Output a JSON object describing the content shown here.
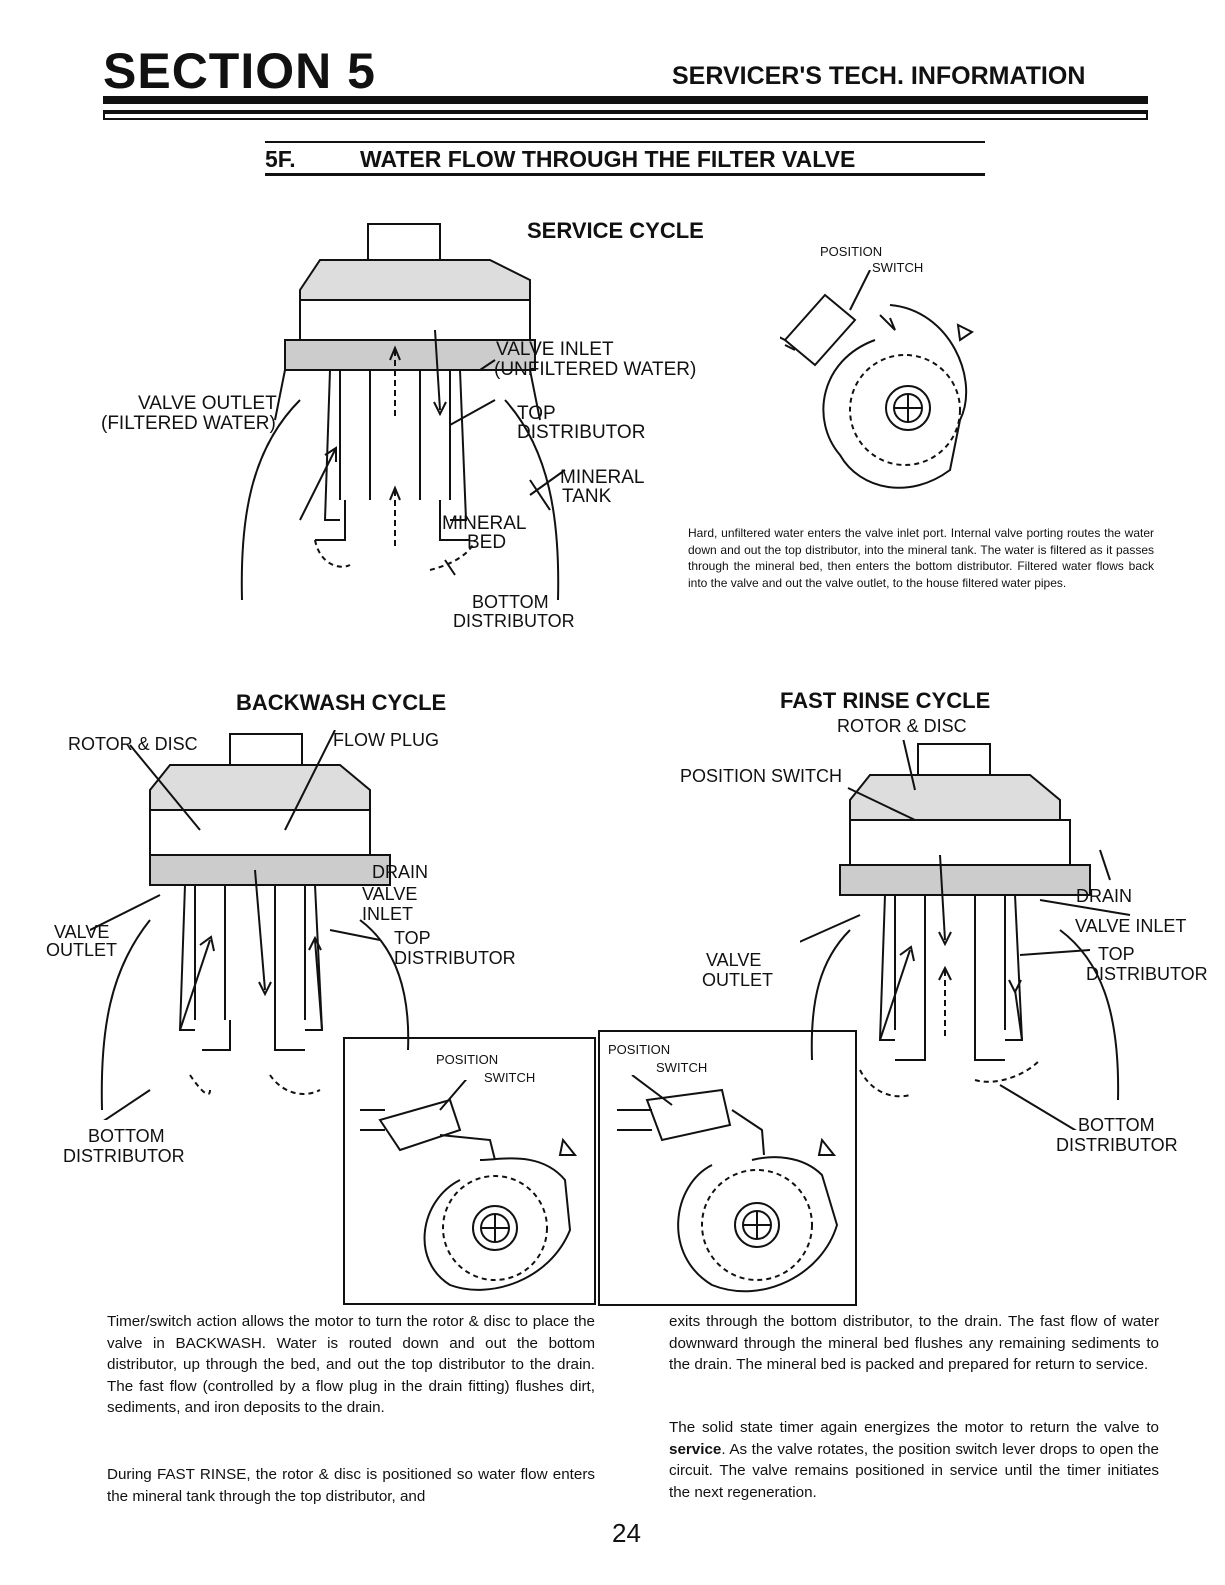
{
  "header": {
    "section": "SECTION 5",
    "title": "SERVICER'S TECH. INFORMATION"
  },
  "subheader": {
    "number": "5F.",
    "title": "WATER FLOW THROUGH THE FILTER VALVE"
  },
  "service": {
    "title": "SERVICE CYCLE",
    "labels": {
      "valve_inlet": "VALVE INLET",
      "unfiltered": "(UNFILTERED WATER)",
      "valve_outlet": "VALVE OUTLET",
      "filtered": "(FILTERED WATER)",
      "top": "TOP",
      "distributor": "DISTRIBUTOR",
      "mineral": "MINERAL",
      "tank": "TANK",
      "mineral2": "MINERAL",
      "bed": "BED",
      "bottom": "BOTTOM",
      "distributor2": "DISTRIBUTOR"
    },
    "switch": {
      "position": "POSITION",
      "switch": "SWITCH"
    },
    "description": "Hard, unfiltered water enters the valve inlet port. Internal valve porting routes the water down and out the top distributor, into the mineral tank. The water is filtered as it passes through the mineral bed, then enters the bottom distributor. Filtered water flows back into the valve and out the valve outlet, to the house filtered water pipes."
  },
  "backwash": {
    "title": "BACKWASH CYCLE",
    "labels": {
      "rotor_disc": "ROTOR & DISC",
      "flow_plug": "FLOW PLUG",
      "drain": "DRAIN",
      "valve": "VALVE",
      "inlet": "INLET",
      "valve_o": "VALVE",
      "outlet": "OUTLET",
      "top": "TOP",
      "distributor": "DISTRIBUTOR",
      "bottom": "BOTTOM",
      "distributor2": "DISTRIBUTOR"
    },
    "switch": {
      "position": "POSITION",
      "switch": "SWITCH"
    }
  },
  "fastrinse": {
    "title": "FAST RINSE CYCLE",
    "labels": {
      "rotor_disc": "ROTOR & DISC",
      "position_switch": "POSITION SWITCH",
      "drain": "DRAIN",
      "valve_inlet": "VALVE INLET",
      "valve": "VALVE",
      "outlet": "OUTLET",
      "top": "TOP",
      "distributor": "DISTRIBUTOR",
      "bottom": "BOTTOM",
      "distributor2": "DISTRIBUTOR"
    },
    "switch": {
      "position": "POSITION",
      "switch": "SWITCH"
    }
  },
  "body": {
    "left_p1": "Timer/switch action allows the motor to turn the rotor & disc to place the valve in BACKWASH. Water is routed down and out the bottom distributor, up through the bed, and out the top distributor to the drain. The fast flow (controlled by a flow plug in the drain fitting) flushes dirt, sediments, and iron deposits to the drain.",
    "left_p2": "During FAST RINSE, the rotor & disc is positioned so water flow enters the mineral tank through the top distributor, and",
    "right_p1": "exits through the bottom distributor, to the drain. The fast flow of water downward through the mineral bed flushes any remaining sediments to the drain. The mineral bed is packed and prepared for return to service.",
    "right_p2_a": "The solid state timer again energizes the motor to return the valve to ",
    "right_p2_b": "service",
    "right_p2_c": ". As the valve rotates, the position switch lever drops to open the circuit. The valve remains positioned in service until the timer initiates the next regeneration."
  },
  "page_number": "24"
}
